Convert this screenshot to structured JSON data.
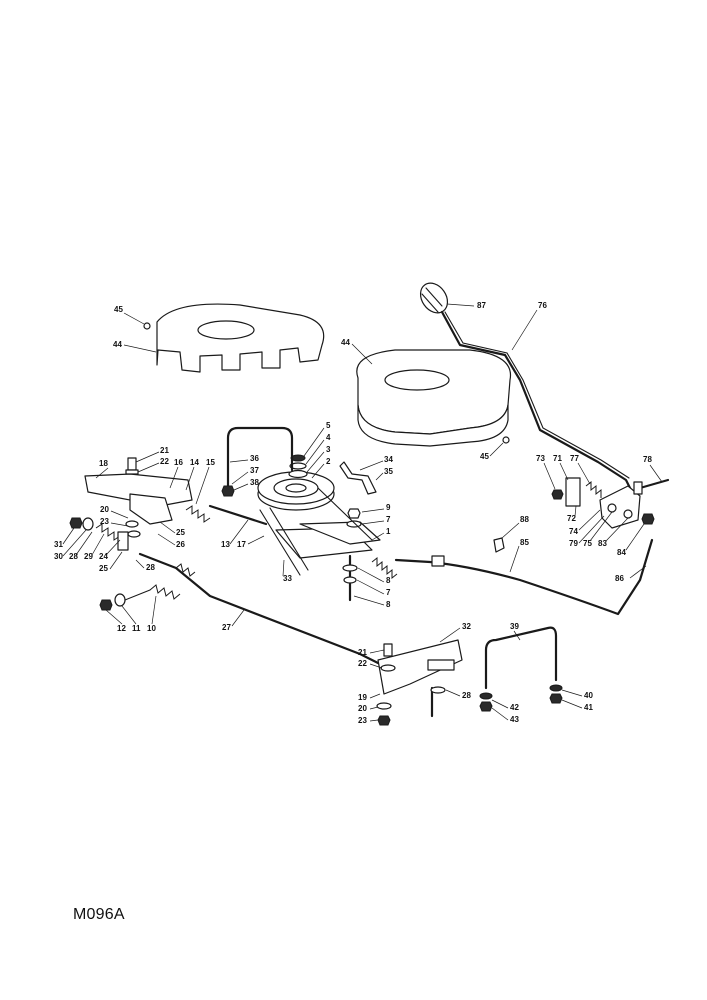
{
  "drawing_code": "M096A",
  "callouts": {
    "c45a": "45",
    "c44a": "44",
    "c87": "87",
    "c76": "76",
    "c44b": "44",
    "c45b": "45",
    "c21a": "21",
    "c22a": "22",
    "c18": "18",
    "c16": "16",
    "c14": "14",
    "c15": "15",
    "c36": "36",
    "c37": "37",
    "c38": "38",
    "c5": "5",
    "c4": "4",
    "c3": "3",
    "c2": "2",
    "c34": "34",
    "c35": "35",
    "c73": "73",
    "c71": "71",
    "c77": "77",
    "c78": "78",
    "c20a": "20",
    "c23a": "23",
    "c25a": "25",
    "c26": "26",
    "c9": "9",
    "c7a": "7",
    "c1": "1",
    "c88": "88",
    "c85": "85",
    "c72": "72",
    "c74": "74",
    "c79": "79",
    "c75": "75",
    "c83": "83",
    "c84": "84",
    "c31": "31",
    "c30": "30",
    "c28a": "28",
    "c29": "29",
    "c24": "24",
    "c25b": "25",
    "c28b": "28",
    "c13": "13",
    "c17": "17",
    "c33": "33",
    "c8a": "8",
    "c7b": "7",
    "c8b": "8",
    "c86": "86",
    "c12": "12",
    "c11": "11",
    "c10": "10",
    "c27": "27",
    "c32": "32",
    "c39": "39",
    "c21b": "21",
    "c22b": "22",
    "c19": "19",
    "c20b": "20",
    "c23b": "23",
    "c28c": "28",
    "c42": "42",
    "c43": "43",
    "c40": "40",
    "c41": "41"
  }
}
